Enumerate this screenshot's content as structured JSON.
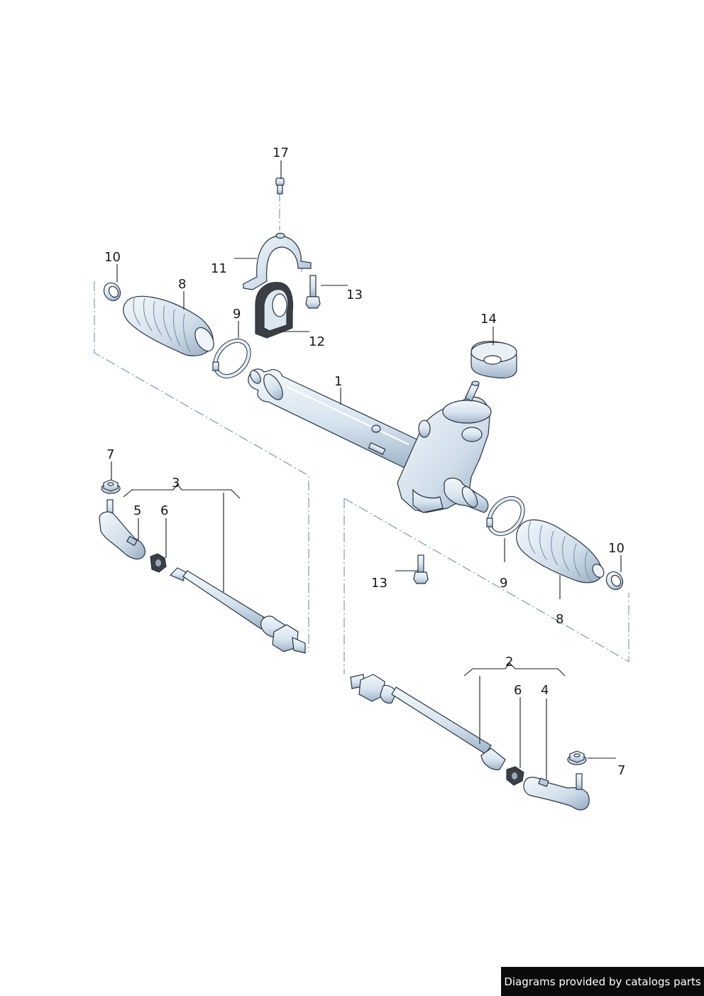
{
  "diagram": {
    "callouts": {
      "c1": "1",
      "c2": "2",
      "c3": "3",
      "c4": "4",
      "c5": "5",
      "c6_left": "6",
      "c6_right": "6",
      "c7_left": "7",
      "c7_right": "7",
      "c8_left": "8",
      "c8_right": "8",
      "c9_left": "9",
      "c9_right": "9",
      "c10_left": "10",
      "c10_right": "10",
      "c11": "11",
      "c12": "12",
      "c13_top": "13",
      "c13_bottom": "13",
      "c14": "14",
      "c17": "17"
    },
    "colors": {
      "part_fill": "#dde8f2",
      "part_shade": "#b9cadb",
      "part_dark": "#33383e",
      "dash_line": "#6a86a0"
    }
  },
  "watermark": {
    "text": "Diagrams provided by catalogs parts"
  }
}
